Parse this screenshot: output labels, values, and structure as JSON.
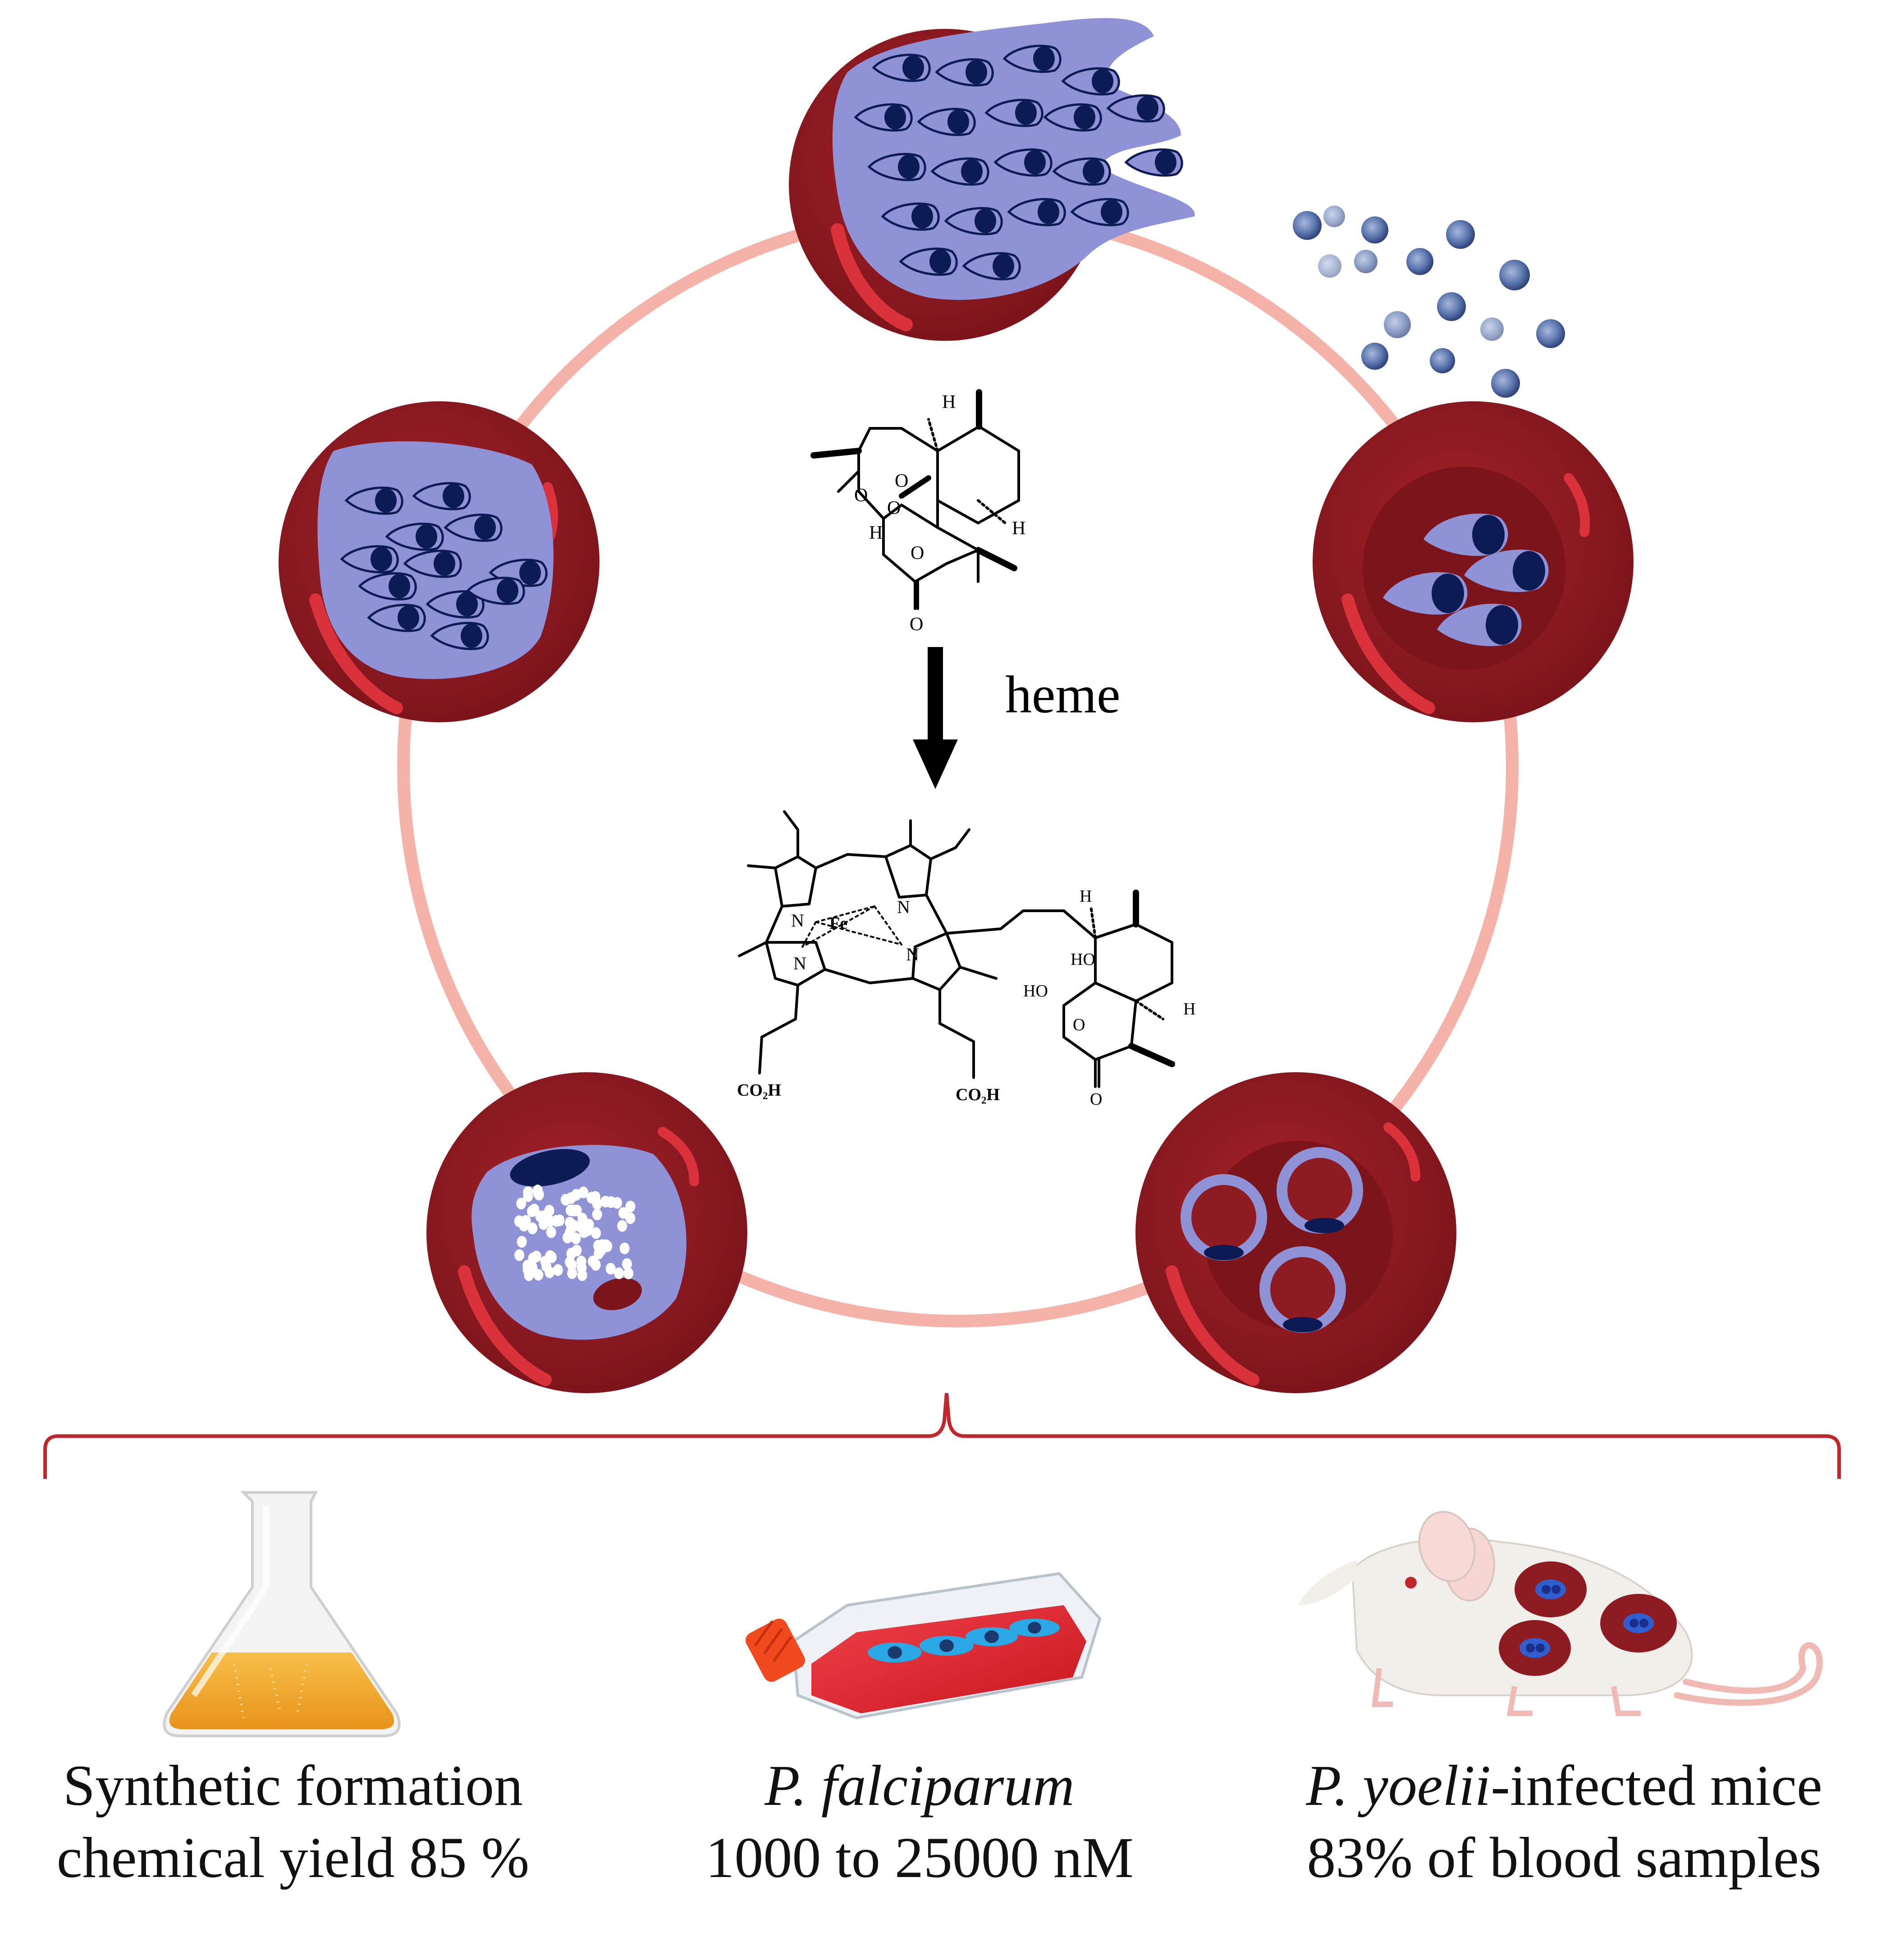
{
  "reaction": {
    "reagent": "heme",
    "atoms": {
      "O": "O",
      "H": "H",
      "N": "N",
      "Fe": "Fe",
      "HO": "HO",
      "CO2H": "CO₂H"
    }
  },
  "lifecycle": {
    "stages": [
      "ring stage",
      "trophozoite",
      "early schizont",
      "mature schizont",
      "segmenter bursting",
      "released merozoites"
    ]
  },
  "results": [
    {
      "line1": "Synthetic formation",
      "line2": "chemical yield 85 %"
    },
    {
      "line1_italic": "P. falciparum",
      "line2": "1000 to 25000 nM"
    },
    {
      "line1_italic": "P. yoelii",
      "line1_rest": "-infected mice",
      "line2": "83% of blood samples"
    }
  ],
  "colors": {
    "cell": "#8e1b22",
    "cell_highlight": "#d9323a",
    "parasite": "#8f92d6",
    "nucleus": "#0d1b55",
    "cycle_ring": "#f4b2a8",
    "bracket": "#c0272d",
    "flask_liquid": "#f2a320",
    "culture_medium": "#e3262f",
    "mouse_body": "#f2eeea"
  },
  "icons": [
    "erlenmeyer-flask-icon",
    "culture-flask-icon",
    "mouse-icon"
  ]
}
